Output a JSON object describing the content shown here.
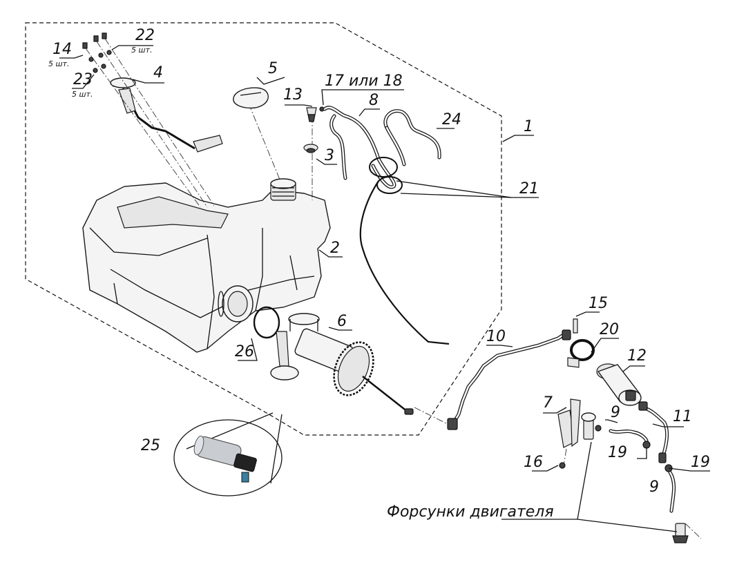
{
  "labels": {
    "n1": "1",
    "n2": "2",
    "n3": "3",
    "n4": "4",
    "n5": "5",
    "n6": "6",
    "n7": "7",
    "n8": "8",
    "n9a": "9",
    "n9b": "9",
    "n10": "10",
    "n11": "11",
    "n12": "12",
    "n13": "13",
    "n14": "14",
    "n15": "15",
    "n16": "16",
    "n17_18": "17 или 18",
    "n19a": "19",
    "n19b": "19",
    "n20": "20",
    "n21": "21",
    "n22": "22",
    "n23": "23",
    "n24": "24",
    "n25": "25",
    "n26": "26"
  },
  "notes": {
    "n14_qty": "5 шт.",
    "n22_qty": "5 шт.",
    "n23_qty": "5 шт."
  },
  "caption": "Форсунки двигателя"
}
